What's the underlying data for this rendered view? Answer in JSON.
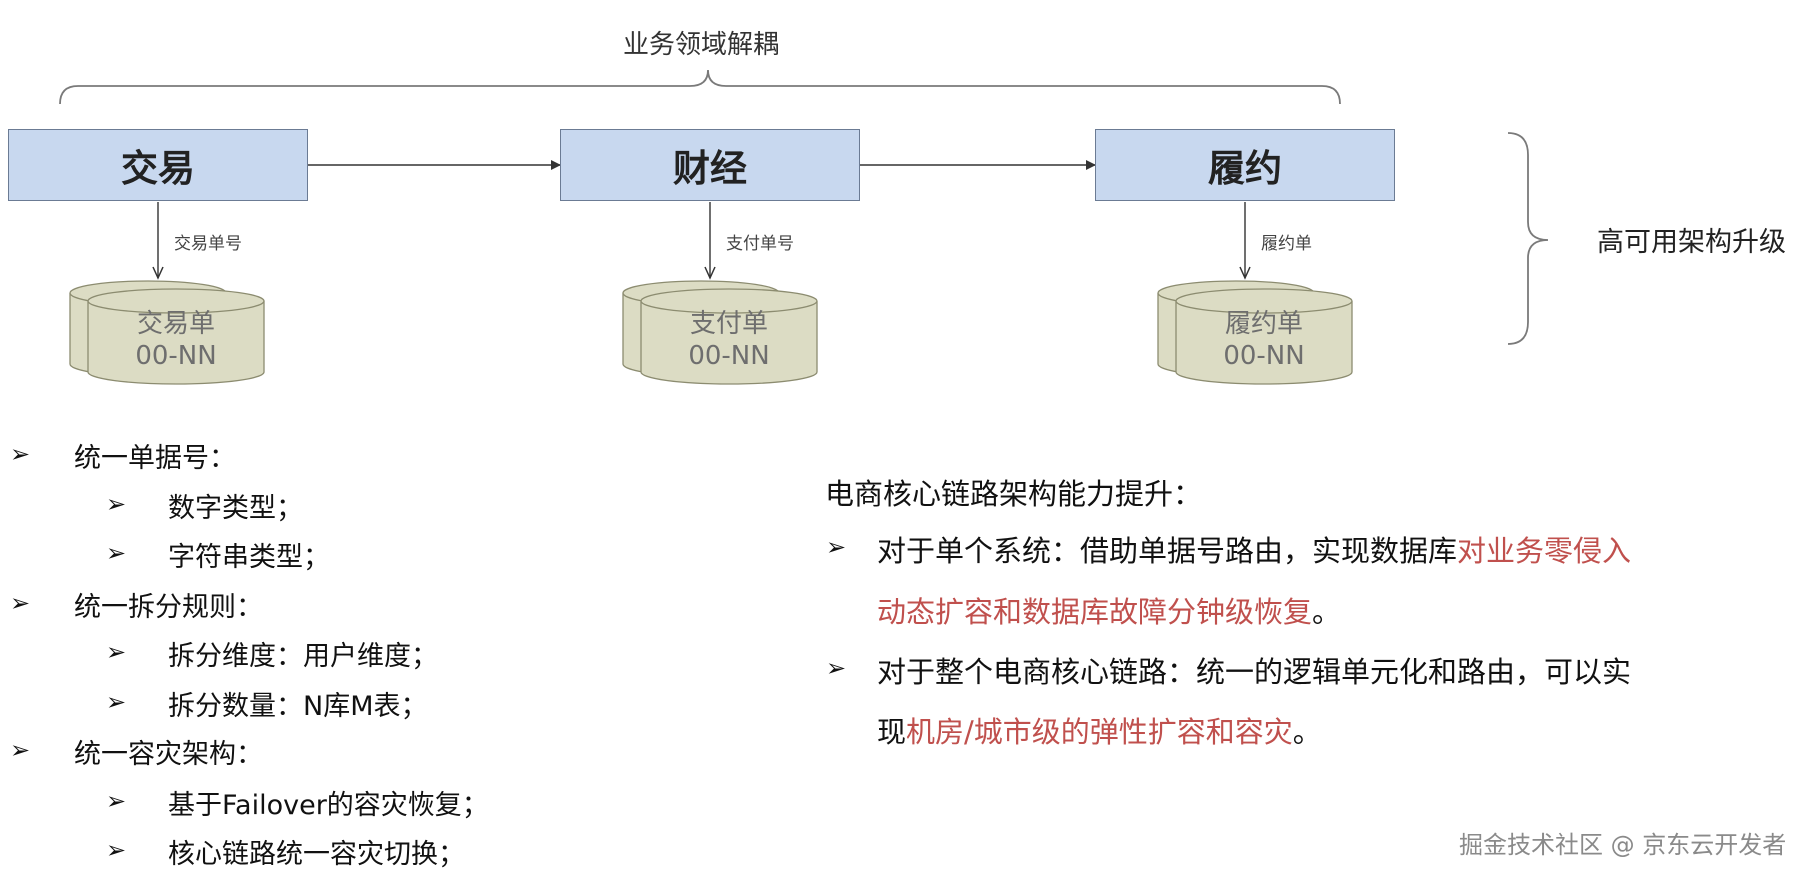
{
  "top_brace": {
    "label": "业务领域解耦"
  },
  "side_brace": {
    "label": "高可用架构升级"
  },
  "domains": [
    {
      "name": "交易",
      "edge_label": "交易单号",
      "db_line1": "交易单",
      "db_line2": "00-NN"
    },
    {
      "name": "财经",
      "edge_label": "支付单号",
      "db_line1": "支付单",
      "db_line2": "00-NN"
    },
    {
      "name": "履约",
      "edge_label": "履约单",
      "db_line1": "履约单",
      "db_line2": "00-NN"
    }
  ],
  "left_list": [
    {
      "text": "统一单据号：",
      "level": 1
    },
    {
      "text": "数字类型；",
      "level": 2
    },
    {
      "text": "字符串类型；",
      "level": 2
    },
    {
      "text": "统一拆分规则：",
      "level": 1
    },
    {
      "text": "拆分维度：用户维度；",
      "level": 2
    },
    {
      "text": "拆分数量：N库M表；",
      "level": 2
    },
    {
      "text": "统一容灾架构：",
      "level": 1
    },
    {
      "text": "基于Failover的容灾恢复；",
      "level": 2
    },
    {
      "text": "核心链路统一容灾切换；",
      "level": 2
    }
  ],
  "bullet_glyph": "➢",
  "right_panel": {
    "title": "电商核心链路架构能力提升：",
    "item1": {
      "line1_plain": "对于单个系统：借助单据号路由，实现数据库",
      "line1_red": "对业务零侵入",
      "line2_red": "动态扩容和数据库故障分钟级恢复",
      "line2_plain": "。"
    },
    "item2": {
      "line1_plain": "对于整个电商核心链路：统一的逻辑单元化和路由，可以实",
      "line2_plain_a": "现",
      "line2_red": "机房/城市级的弹性扩容和容灾",
      "line2_plain_b": "。"
    }
  },
  "watermark": "掘金技术社区 @ 京东云开发者",
  "colors": {
    "box_fill": "#c8d8ef",
    "db_fill": "#dcdcc4",
    "highlight_red": "#c0504d"
  }
}
